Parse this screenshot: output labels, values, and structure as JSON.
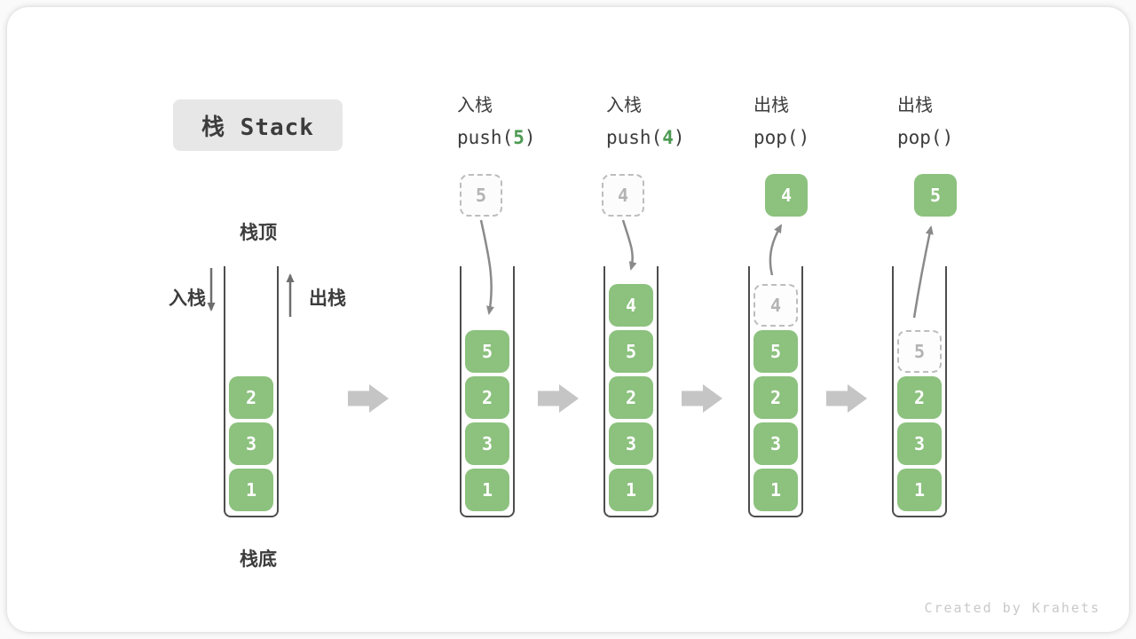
{
  "title": "栈 Stack",
  "watermark": "Created by Krahets",
  "side_labels": {
    "top": "栈顶",
    "bottom": "栈底",
    "push": "入栈",
    "pop": "出栈"
  },
  "operations": [
    {
      "name": "入栈",
      "code": [
        {
          "t": "push("
        },
        {
          "t": "5",
          "accent": true
        },
        {
          "t": ")"
        }
      ]
    },
    {
      "name": "入栈",
      "code": [
        {
          "t": "push("
        },
        {
          "t": "4",
          "accent": true
        },
        {
          "t": ")"
        }
      ]
    },
    {
      "name": "出栈",
      "code": [
        {
          "t": "pop()"
        }
      ]
    },
    {
      "name": "出栈",
      "code": [
        {
          "t": "pop()"
        }
      ]
    }
  ],
  "floating_boxes": [
    {
      "value": "5",
      "variant": "ghost"
    },
    {
      "value": "4",
      "variant": "ghost"
    },
    {
      "value": "4",
      "variant": "solid"
    },
    {
      "value": "5",
      "variant": "solid"
    }
  ],
  "stacks": [
    {
      "cells": [
        {
          "value": "2",
          "slot": 3,
          "variant": "solid"
        },
        {
          "value": "3",
          "slot": 4,
          "variant": "solid"
        },
        {
          "value": "1",
          "slot": 5,
          "variant": "solid"
        }
      ]
    },
    {
      "cells": [
        {
          "value": "5",
          "slot": 2,
          "variant": "solid"
        },
        {
          "value": "2",
          "slot": 3,
          "variant": "solid"
        },
        {
          "value": "3",
          "slot": 4,
          "variant": "solid"
        },
        {
          "value": "1",
          "slot": 5,
          "variant": "solid"
        }
      ]
    },
    {
      "cells": [
        {
          "value": "4",
          "slot": 1,
          "variant": "solid"
        },
        {
          "value": "5",
          "slot": 2,
          "variant": "solid"
        },
        {
          "value": "2",
          "slot": 3,
          "variant": "solid"
        },
        {
          "value": "3",
          "slot": 4,
          "variant": "solid"
        },
        {
          "value": "1",
          "slot": 5,
          "variant": "solid"
        }
      ]
    },
    {
      "cells": [
        {
          "value": "4",
          "slot": 1,
          "variant": "ghost"
        },
        {
          "value": "5",
          "slot": 2,
          "variant": "solid"
        },
        {
          "value": "2",
          "slot": 3,
          "variant": "solid"
        },
        {
          "value": "3",
          "slot": 4,
          "variant": "solid"
        },
        {
          "value": "1",
          "slot": 5,
          "variant": "solid"
        }
      ]
    },
    {
      "cells": [
        {
          "value": "5",
          "slot": 2,
          "variant": "ghost"
        },
        {
          "value": "2",
          "slot": 3,
          "variant": "solid"
        },
        {
          "value": "3",
          "slot": 4,
          "variant": "solid"
        },
        {
          "value": "1",
          "slot": 5,
          "variant": "solid"
        }
      ]
    }
  ],
  "colors": {
    "green_box": "#8cc17e",
    "green_text": "#4c9a52",
    "dark_text": "#3c3c3c",
    "container_wall": "#4d4d4d",
    "ghost_border": "#bdbdbd",
    "ghost_text": "#b3b3b3",
    "curved_arrow": "#8a8a8a",
    "straight_arrow": "#6e6e6e",
    "block_arrow": "#c5c5c5",
    "title_bg": "#e7e7e7",
    "watermark": "#c9c9c9"
  }
}
